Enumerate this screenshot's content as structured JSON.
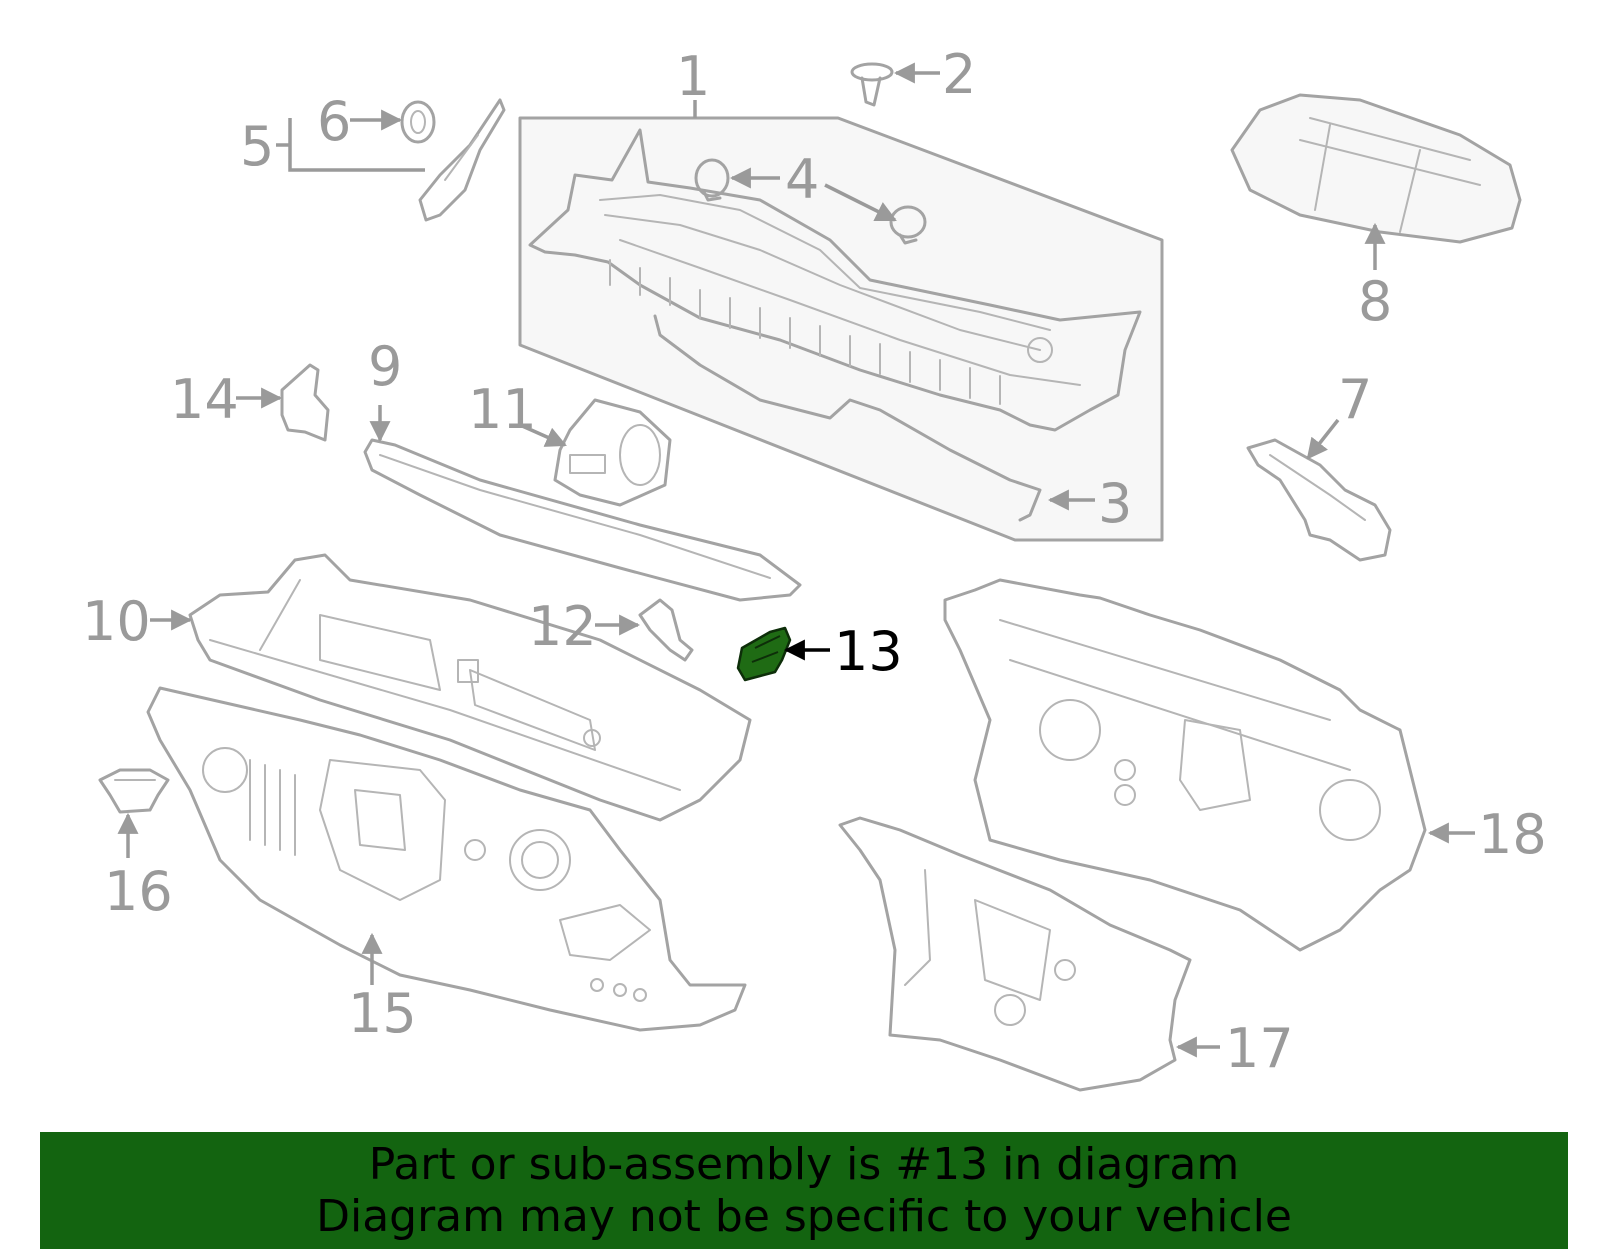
{
  "diagram": {
    "highlighted_part": "13",
    "highlight_color": "#1f6b14",
    "callouts": [
      "1",
      "2",
      "3",
      "4",
      "5",
      "6",
      "7",
      "8",
      "9",
      "10",
      "11",
      "12",
      "13",
      "14",
      "15",
      "16",
      "17",
      "18"
    ]
  },
  "banner": {
    "line1": "Part or sub-assembly is #13 in diagram",
    "line2": "Diagram may not be specific to your vehicle",
    "background": "#136410"
  }
}
